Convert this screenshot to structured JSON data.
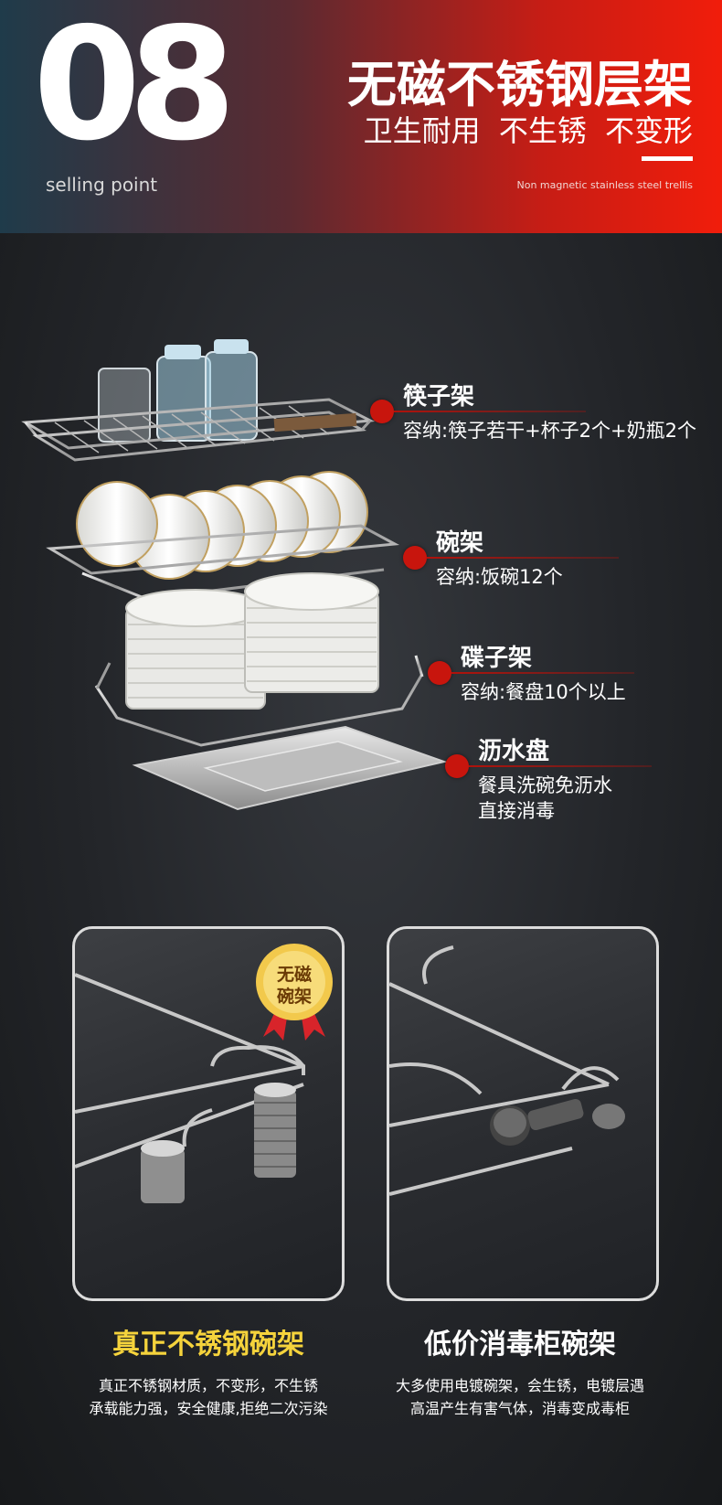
{
  "header": {
    "number": "08",
    "selling": "selling point",
    "title": "无磁不锈钢层架",
    "subtitle": "卫生耐用 不生锈 不变形",
    "english": "Non magnetic stainless steel trellis"
  },
  "labels": [
    {
      "name": "筷子架",
      "desc": "容纳:筷子若干+杯子2个+奶瓶2个"
    },
    {
      "name": "碗架",
      "desc": "容纳:饭碗12个"
    },
    {
      "name": "碟子架",
      "desc": "容纳:餐盘10个以上"
    },
    {
      "name": "沥水盘",
      "desc_line1": "餐具洗碗免沥水",
      "desc_line2": "直接消毒"
    }
  ],
  "badge": {
    "line1": "无磁",
    "line2": "碗架"
  },
  "compare": [
    {
      "title": "真正不锈钢碗架",
      "line1": "真正不锈钢材质，不变形，不生锈",
      "line2": "承载能力强，安全健康,拒绝二次污染",
      "title_color": "#f5d33c"
    },
    {
      "title": "低价消毒柜碗架",
      "line1": "大多使用电镀碗架，会生锈，电镀层遇",
      "line2": "高温产生有害气体，消毒变成毒柜",
      "title_color": "#ffffff"
    }
  ],
  "colors": {
    "accent_red": "#c8150d",
    "gold": "#f5d33c"
  }
}
